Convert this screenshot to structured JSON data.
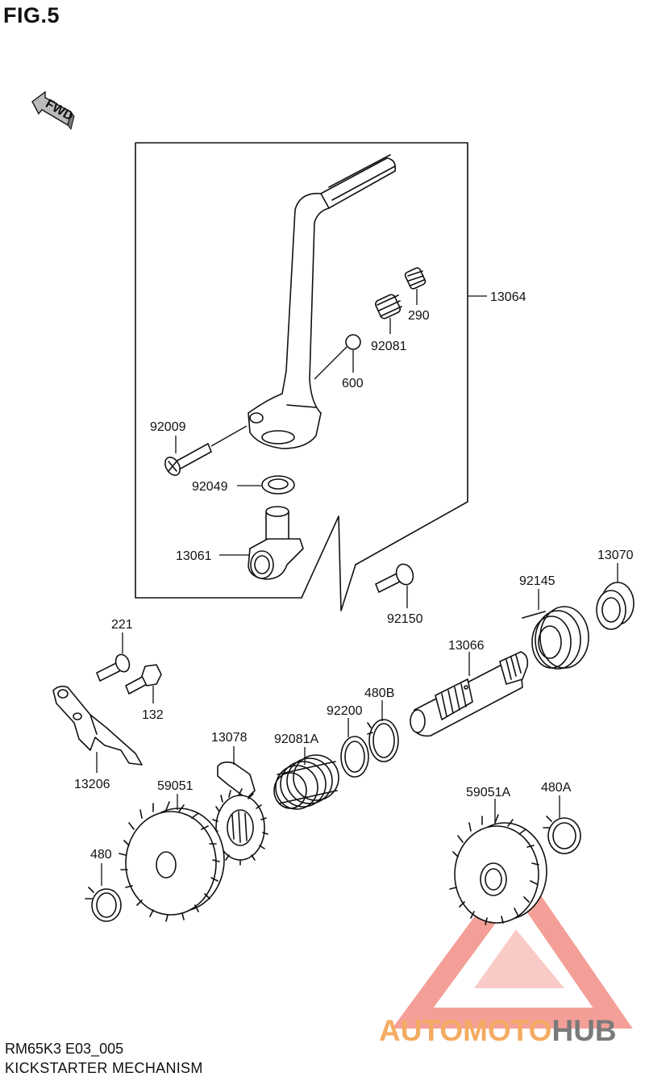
{
  "figure": {
    "title": "FIG.5"
  },
  "fwd_arrow": {
    "label": "FWD",
    "icon": "fwd-arrow-icon"
  },
  "parts": {
    "p13064": "13064",
    "p290": "290",
    "p92081": "92081",
    "p600": "600",
    "p92009": "92009",
    "p92049": "92049",
    "p13061": "13061",
    "p92150": "92150",
    "p13070": "13070",
    "p92145": "92145",
    "p13066": "13066",
    "p480B": "480B",
    "p92200": "92200",
    "p221": "221",
    "p132": "132",
    "p13206": "13206",
    "p13078": "13078",
    "p92081A": "92081A",
    "p59051": "59051",
    "p480": "480",
    "p59051A": "59051A",
    "p480A": "480A"
  },
  "footer": {
    "code": "RM65K3 E03_005",
    "title": "KICKSTARTER MECHANISM"
  },
  "watermark": {
    "part1": "AUTOMOTO",
    "part2": "HUB",
    "color_primary": "#f08a80",
    "color_secondary": "#f5b060",
    "color_hub": "#777777"
  }
}
